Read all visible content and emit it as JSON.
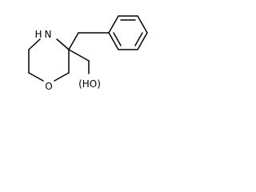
{
  "atoms": {
    "nitrogen": "N",
    "nitrogen_h": "H",
    "oxygen": "O",
    "hydroxyl": "(HO)"
  },
  "colors": {
    "bond": "#000000",
    "text": "#000000",
    "background": "#ffffff"
  }
}
